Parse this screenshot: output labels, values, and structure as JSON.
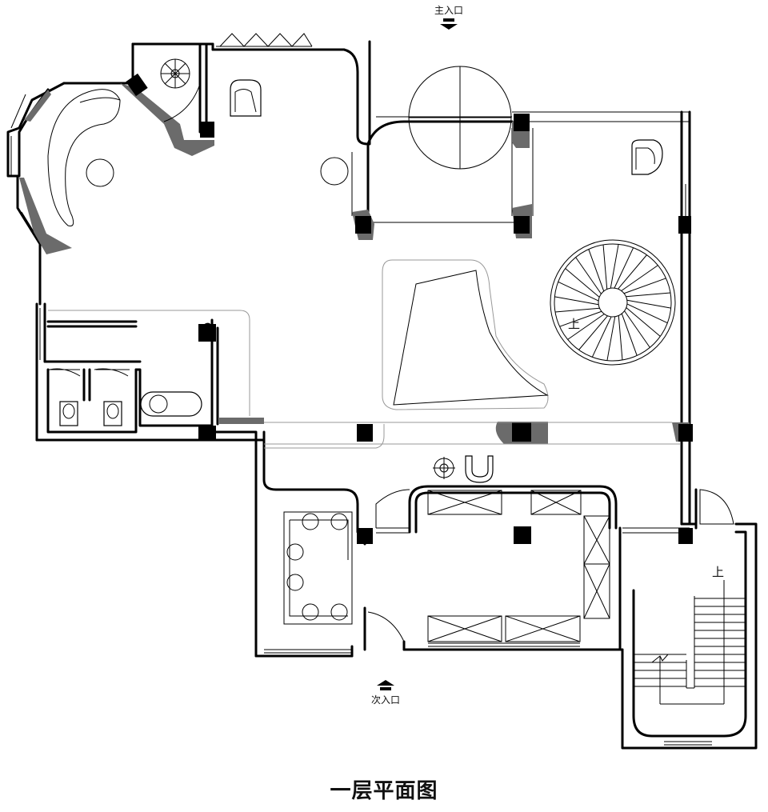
{
  "title": "一层平面图",
  "labels": {
    "main_entrance": "主入口",
    "secondary_entrance": "次入口",
    "stair_up_spiral": "上",
    "stair_up_main": "上"
  },
  "colors": {
    "line": "#000000",
    "hatch": "#6b6b6b",
    "guide": "#999999",
    "background": "#ffffff"
  }
}
